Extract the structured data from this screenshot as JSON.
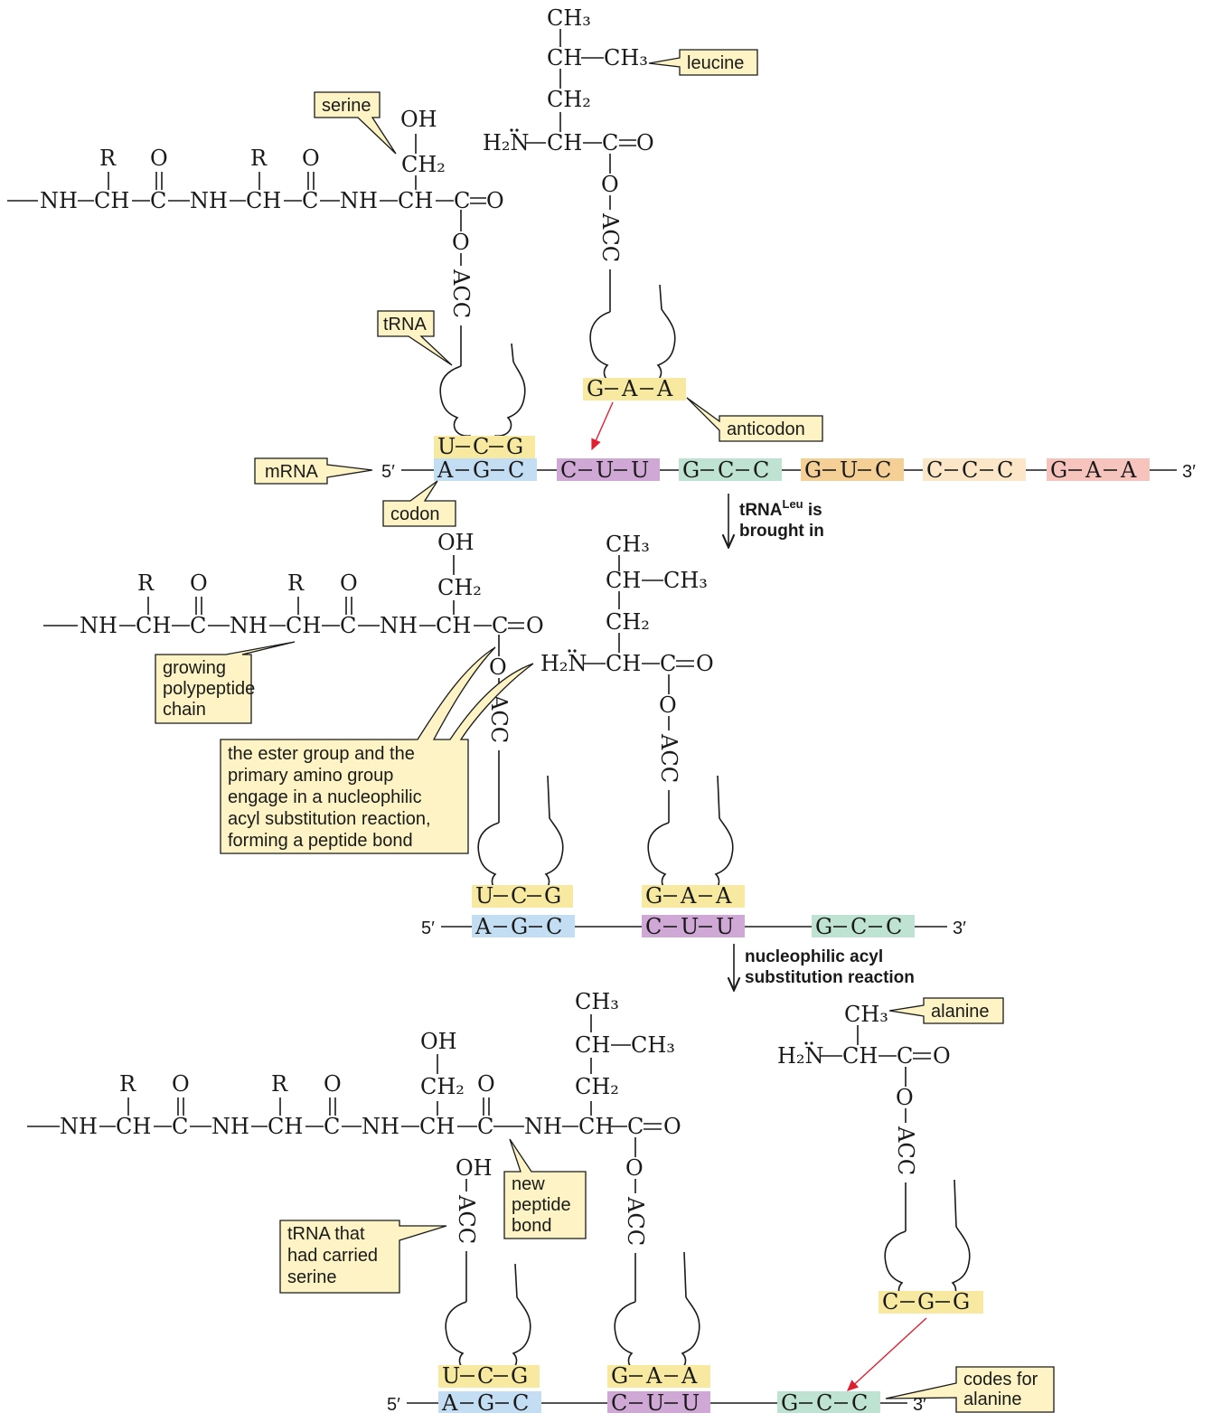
{
  "labels": {
    "leucine": "leucine",
    "serine": "serine",
    "trna": "tRNA",
    "anticodon": "anticodon",
    "mrna": "mRNA",
    "codon": "codon",
    "growing_chain": [
      "growing",
      "polypeptide",
      "chain"
    ],
    "ester_note": [
      "the ester group and the",
      "primary amino group",
      "engage in a nucleophilic",
      "acyl substitution reaction,",
      "forming a peptide bond"
    ],
    "alanine": "alanine",
    "new_peptide_bond": [
      "new",
      "peptide",
      "bond"
    ],
    "trna_serine": [
      "tRNA that",
      "had carried",
      "serine"
    ],
    "codes_for_alanine": [
      "codes for",
      "alanine"
    ]
  },
  "steps": {
    "step1_main": "tRNA",
    "step1_sup": "Leu",
    "step1_rest": " is",
    "step1_line2": "brought in",
    "step2_line1": "nucleophilic acyl",
    "step2_line2": "substitution reaction"
  },
  "ends": {
    "five": "5′",
    "three": "3′"
  },
  "chem": {
    "R": "R",
    "O": "O",
    "NH": "NH",
    "CH": "CH",
    "C": "C",
    "OH": "OH",
    "CH3": "CH₃",
    "CH2": "CH₂",
    "H2N": "H₂N",
    "ACC": "ACC",
    "eqO": "=O"
  },
  "colors": {
    "yellow": "#f7e9a0",
    "blue": "#c3ddf2",
    "purple": "#cfa8d6",
    "green": "#bfe3d2",
    "orange": "#f4cf96",
    "cream": "#fbe7c8",
    "pink": "#f6c3bd",
    "callout": "#fdf3c4",
    "arrow_red": "#e02030"
  },
  "mrna1": [
    {
      "bases": [
        "A",
        "G",
        "C"
      ],
      "color": "blue"
    },
    {
      "bases": [
        "C",
        "U",
        "U"
      ],
      "color": "purple"
    },
    {
      "bases": [
        "G",
        "C",
        "C"
      ],
      "color": "green"
    },
    {
      "bases": [
        "G",
        "U",
        "C"
      ],
      "color": "orange"
    },
    {
      "bases": [
        "C",
        "C",
        "C"
      ],
      "color": "cream"
    },
    {
      "bases": [
        "G",
        "A",
        "A"
      ],
      "color": "pink"
    }
  ],
  "mrna2": [
    {
      "bases": [
        "A",
        "G",
        "C"
      ],
      "color": "blue"
    },
    {
      "bases": [
        "C",
        "U",
        "U"
      ],
      "color": "purple"
    },
    {
      "bases": [
        "G",
        "C",
        "C"
      ],
      "color": "green"
    }
  ],
  "mrna3": [
    {
      "bases": [
        "A",
        "G",
        "C"
      ],
      "color": "blue"
    },
    {
      "bases": [
        "C",
        "U",
        "U"
      ],
      "color": "purple"
    },
    {
      "bases": [
        "G",
        "C",
        "C"
      ],
      "color": "green"
    }
  ],
  "anticodons": {
    "ser": [
      "U",
      "C",
      "G"
    ],
    "leu": [
      "G",
      "A",
      "A"
    ],
    "ala": [
      "C",
      "G",
      "G"
    ]
  }
}
